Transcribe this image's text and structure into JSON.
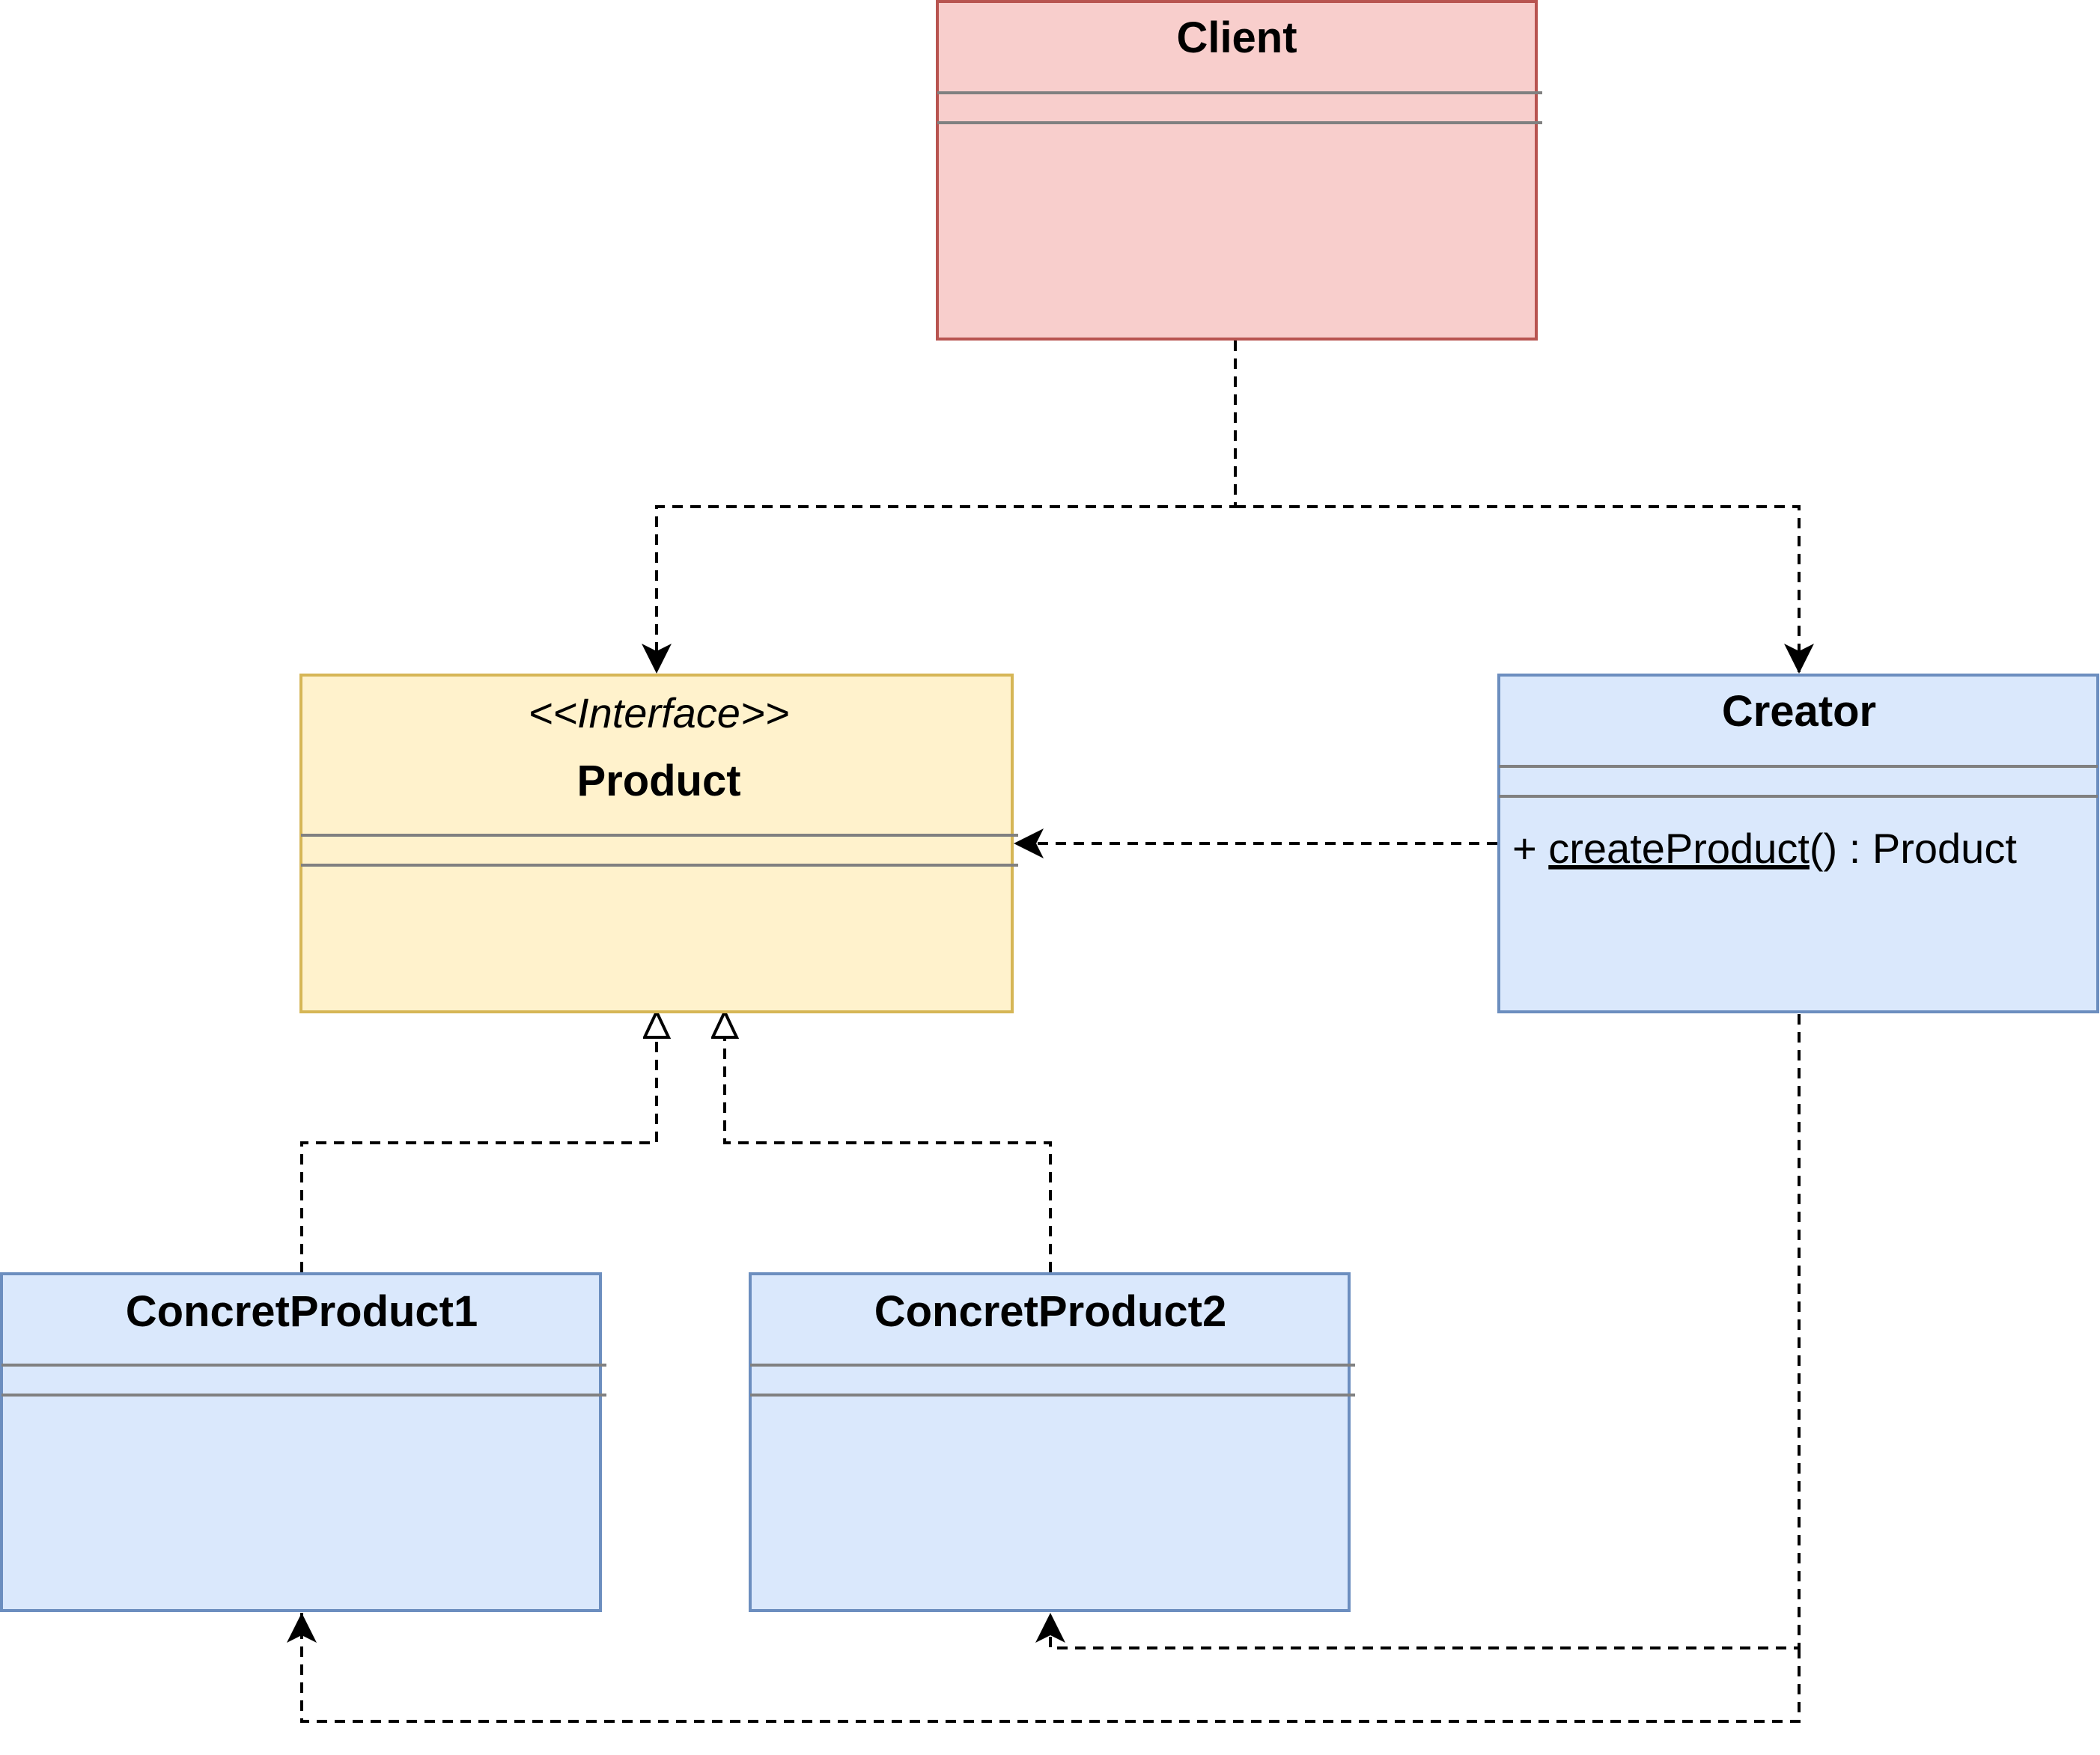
{
  "classes": {
    "client": {
      "name": "Client",
      "fill": "#f8cecc",
      "stroke": "#b85450"
    },
    "product": {
      "stereotype": "<<Interface>>",
      "name": "Product",
      "fill": "#fff2cc",
      "stroke": "#d6b656"
    },
    "creator": {
      "name": "Creator",
      "method": "+ createProduct() : Product",
      "fill": "#dae8fc",
      "stroke": "#6c8ebf"
    },
    "concrete1": {
      "name": "ConcretProduct1",
      "fill": "#dae8fc",
      "stroke": "#6c8ebf"
    },
    "concrete2": {
      "name": "ConcretProduct2",
      "fill": "#dae8fc",
      "stroke": "#6c8ebf"
    }
  },
  "relations": [
    {
      "from": "Client",
      "to": "Product",
      "type": "dependency"
    },
    {
      "from": "Client",
      "to": "Creator",
      "type": "dependency"
    },
    {
      "from": "Creator",
      "to": "Product",
      "type": "dependency"
    },
    {
      "from": "ConcretProduct1",
      "to": "Product",
      "type": "realization"
    },
    {
      "from": "ConcretProduct2",
      "to": "Product",
      "type": "realization"
    },
    {
      "from": "Creator",
      "to": "ConcretProduct1",
      "type": "dependency"
    },
    {
      "from": "Creator",
      "to": "ConcretProduct2",
      "type": "dependency"
    }
  ]
}
